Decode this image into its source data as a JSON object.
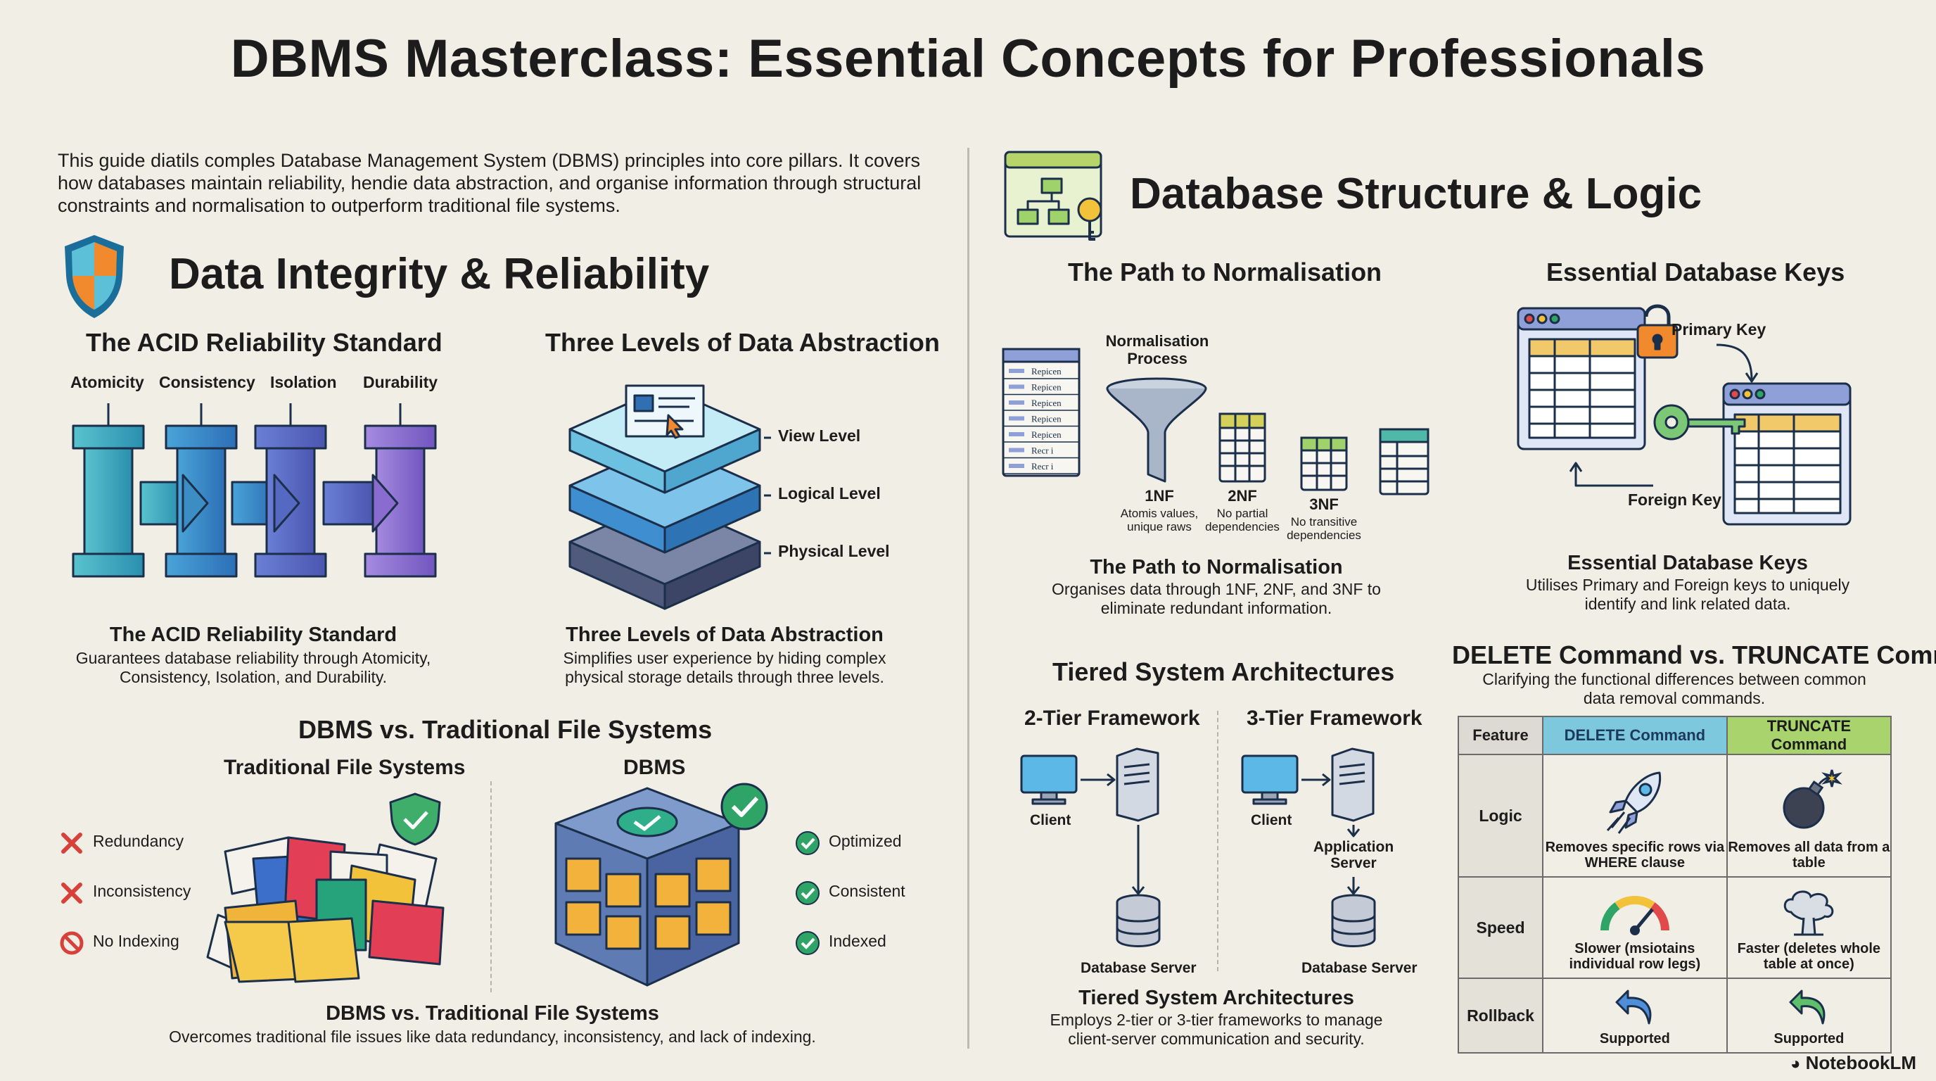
{
  "title": "DBMS Masterclass: Essential Concepts for Professionals",
  "intro": "This guide diatils comples Database Management System (DBMS) principles into core pillars. It covers how databases maintain reliability, hendie data abstraction, and organise information through structural constraints and normalisation to outperform traditional file systems.",
  "left": {
    "heading": "Data Integrity & Reliability",
    "acid": {
      "title": "The ACID Reliability Standard",
      "pillars": [
        "Atomicity",
        "Consistency",
        "Isolation",
        "Durability"
      ],
      "cap_title": "The ACID Reliability Standard",
      "cap_desc": "Guarantees database reliability through Atomicity, Consistency, Isolation, and Durability."
    },
    "abstraction": {
      "title": "Three Levels of Data Abstraction",
      "levels": [
        "View Level",
        "Logical Level",
        "Physical Level"
      ],
      "cap_title": "Three Levels of Data Abstraction",
      "cap_desc": "Simplifies user experience by hiding complex physical storage details through three levels."
    },
    "vs": {
      "title": "DBMS vs. Traditional File Systems",
      "left_label": "Traditional File Systems",
      "right_label": "DBMS",
      "issues": [
        "Redundancy",
        "Inconsistency",
        "No Indexing"
      ],
      "benefits": [
        "Optimized",
        "Consistent",
        "Indexed"
      ],
      "cap_title": "DBMS vs. Traditional File Systems",
      "cap_desc": "Overcomes traditional file issues like data redundancy, inconsistency, and lack of indexing."
    }
  },
  "right": {
    "heading": "Database Structure & Logic",
    "norm": {
      "title": "The Path to Normalisation",
      "process_label": "Normalisation Process",
      "table_rows": [
        "Repicen",
        "Repicen",
        "Repicen",
        "Repicen",
        "Repicen",
        "Recr i",
        "Recr i"
      ],
      "forms": [
        {
          "name": "1NF",
          "desc": "Atomis values, unique raws"
        },
        {
          "name": "2NF",
          "desc": "No partial dependencies"
        },
        {
          "name": "3NF",
          "desc": "No transitive dependencies"
        }
      ],
      "cap_title": "The Path to Normalisation",
      "cap_desc": "Organises data through 1NF, 2NF, and 3NF to eliminate redundant information."
    },
    "keys": {
      "title": "Essential Database Keys",
      "primary": "Primary Key",
      "foreign": "Foreign Key",
      "cap_title": "Essential Database Keys",
      "cap_desc": "Utilises Primary and Foreign keys to uniquely identify and link related data."
    },
    "tiers": {
      "title": "Tiered System Architectures",
      "two_tier": "2-Tier Framework",
      "three_tier": "3-Tier Framework",
      "client": "Client",
      "app_server": "Application Server",
      "db_server": "Database Server",
      "cap_title": "Tiered System Architectures",
      "cap_desc": "Employs 2-tier or 3-tier frameworks to manage client-server communication and security."
    },
    "compare": {
      "title": "DELETE Command vs. TRUNCATE Command",
      "desc": "Clarifying the functional differences between common data removal commands.",
      "headers": [
        "Feature",
        "DELETE Command",
        "TRUNCATE Command"
      ],
      "header_colors": [
        "#dcdad2",
        "#7ec8de",
        "#a9d46d"
      ],
      "rows": [
        {
          "feature": "Logic",
          "delete": "Removes specific rows via WHERE clause",
          "truncate": "Removes all data from a table"
        },
        {
          "feature": "Speed",
          "delete": "Slower (msiotains individual row legs)",
          "truncate": "Faster (deletes whole table at once)"
        },
        {
          "feature": "Rollback",
          "delete": "Supported",
          "truncate": "Supported"
        }
      ]
    }
  },
  "brand": "NotebookLM"
}
